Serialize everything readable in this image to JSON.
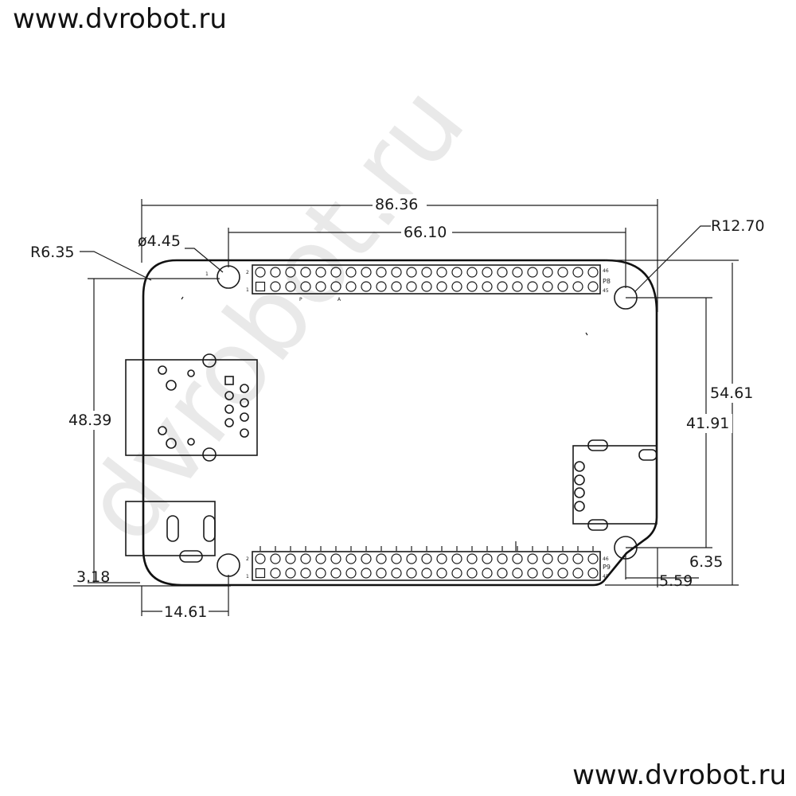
{
  "watermark": {
    "url_top": "www.dvrobot.ru",
    "url_bottom": "www.dvrobot.ru",
    "diagonal_text": "dvrobot.ru"
  },
  "dimensions": {
    "board_width": "86.36",
    "header_span": "66.10",
    "mount_hole_diameter": "ø4.45",
    "corner_radius_small": "R6.35",
    "corner_radius_large": "R12.70",
    "board_height": "54.61",
    "hole_vertical_spacing": "41.91",
    "left_hole_span": "48.39",
    "bottom_offset": "3.18",
    "left_hole_offset": "14.61",
    "right_hole_offset_y": "6.35",
    "right_hole_offset_x": "5.59"
  },
  "headers": {
    "top_label": "P8",
    "bottom_label": "P9",
    "pin_columns": 23,
    "pin_rows": 2
  }
}
